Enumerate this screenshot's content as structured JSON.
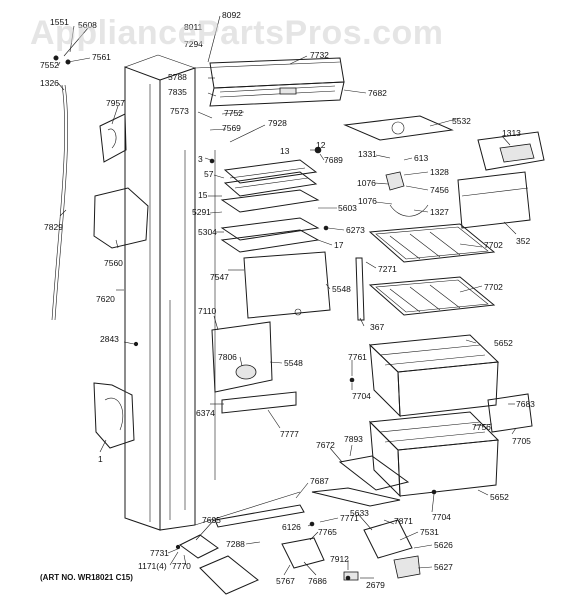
{
  "watermark": "AppliancePartsPros.com",
  "art_number": "(ART NO. WR18021 C15)",
  "part_labels": [
    "1551",
    "5608",
    "7561",
    "7552",
    "1326",
    "8092",
    "8011",
    "7294",
    "7732",
    "5788",
    "7835",
    "7682",
    "7957",
    "7573",
    "7752",
    "7569",
    "7928",
    "5532",
    "1313",
    "3",
    "13",
    "12",
    "7689",
    "1331",
    "613",
    "57",
    "1328",
    "15",
    "1076",
    "7456",
    "5291",
    "5603",
    "1076",
    "1327",
    "7829",
    "6273",
    "5304",
    "17",
    "352",
    "7560",
    "7271",
    "7702",
    "7547",
    "5548",
    "7702",
    "7620",
    "7110",
    "367",
    "2843",
    "5652",
    "7806",
    "5548",
    "7761",
    "7704",
    "6374",
    "7683",
    "7777",
    "7756",
    "7705",
    "1",
    "7893",
    "7672",
    "5652",
    "7687",
    "7704",
    "7695",
    "6126",
    "7771",
    "5633",
    "7871",
    "7531",
    "7288",
    "7765",
    "5626",
    "7731",
    "1171(4)",
    "7770",
    "7912",
    "5627",
    "5767",
    "7686",
    "2679"
  ]
}
